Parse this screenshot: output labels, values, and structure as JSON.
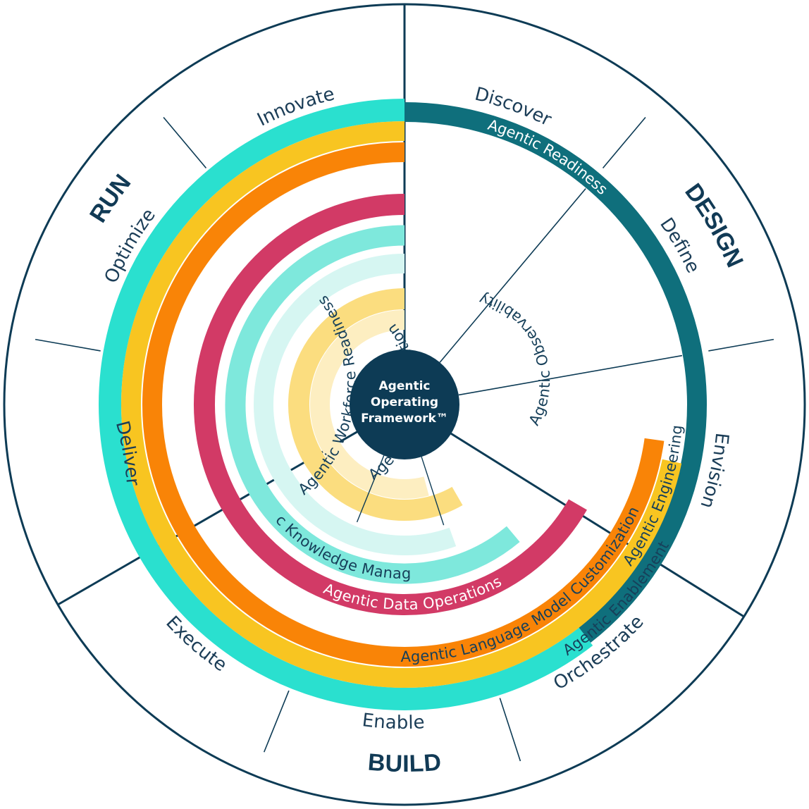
{
  "center": {
    "lines": [
      "Agentic",
      "Operating",
      "Framework™"
    ],
    "color": "#0d3b55"
  },
  "phases": [
    {
      "label": "DESIGN"
    },
    {
      "label": "BUILD"
    },
    {
      "label": "RUN"
    }
  ],
  "stages": [
    {
      "label": "Discover"
    },
    {
      "label": "Define"
    },
    {
      "label": "Envision"
    },
    {
      "label": "Orchestrate"
    },
    {
      "label": "Enable"
    },
    {
      "label": "Execute"
    },
    {
      "label": "Deliver"
    },
    {
      "label": "Optimize"
    },
    {
      "label": "Innovate"
    }
  ],
  "capabilities": [
    {
      "label": "Agentic Readiness",
      "color": "#0f6f7c",
      "text_color": "#ffffff"
    },
    {
      "label": "Agentic Enablement",
      "color": "#2ae0cf",
      "text_color": "#17405a"
    },
    {
      "label": "Agentic Engineering",
      "color": "#f8c521",
      "text_color": "#17405a"
    },
    {
      "label": "Agentic Language Model Customization",
      "color": "#f98407",
      "text_color": "#17405a"
    },
    {
      "label": "Agentic Data Operations",
      "color": "#d23a66",
      "text_color": "#ffffff"
    },
    {
      "label": "Agentic Knowledge Management",
      "color": "#7ee8dc",
      "text_color": "#17405a"
    },
    {
      "label": "Agentic Workforce Readiness",
      "color": "#d6f6f2",
      "text_color": "#17405a"
    },
    {
      "label": "Agentic Risk Mitigation",
      "color": "#fbdd7f",
      "text_color": "#17405a"
    },
    {
      "label": "Agentic Observability",
      "color": "#fdeec1",
      "text_color": "#17405a"
    }
  ],
  "colors": {
    "outline": "#0d3b55"
  }
}
